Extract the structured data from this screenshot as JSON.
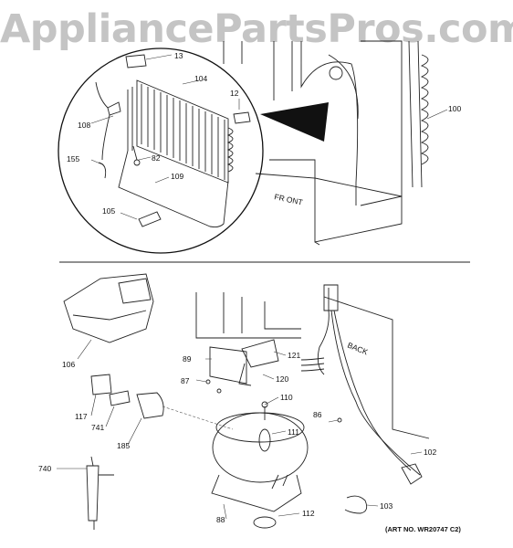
{
  "watermark": "AppliancePartsPros.com",
  "art_number": "(ART NO. WR20747 C2)",
  "cabinet_text": {
    "front": "FR ONT",
    "back": "BACK"
  },
  "callouts": {
    "p13": "13",
    "p104": "104",
    "p12": "12",
    "p108": "108",
    "p82": "82",
    "p155": "155",
    "p109": "109",
    "p105": "105",
    "p100": "100",
    "p106": "106",
    "p89": "89",
    "p121": "121",
    "p87": "87",
    "p120": "120",
    "p117": "117",
    "p741": "741",
    "p185": "185",
    "p110": "110",
    "p86": "86",
    "p111": "111",
    "p102": "102",
    "p740": "740",
    "p88": "88",
    "p112": "112",
    "p103": "103"
  }
}
